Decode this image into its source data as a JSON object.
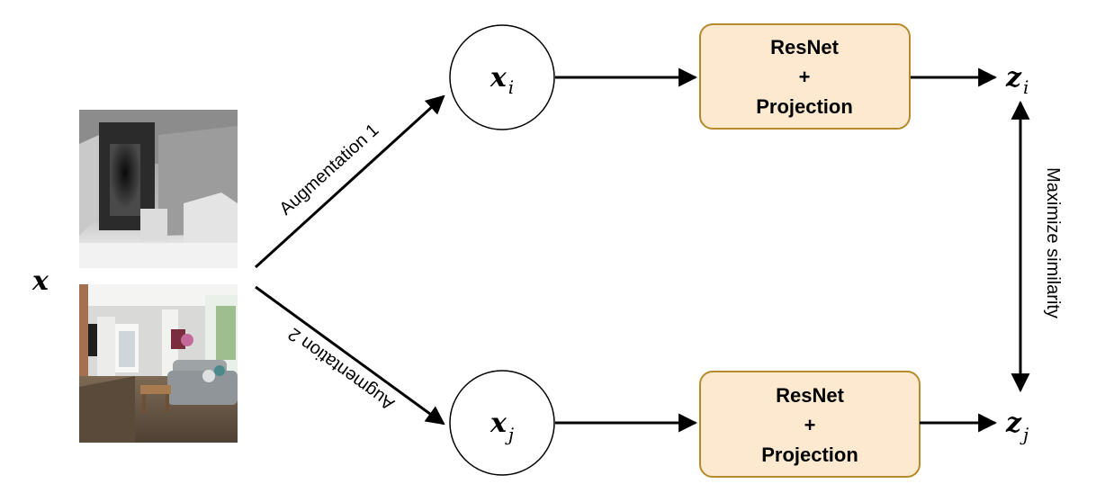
{
  "input": {
    "symbol": "x"
  },
  "augmentations": {
    "top": "Augmentation 1",
    "bottom": "Augmentation 2"
  },
  "views": {
    "top": {
      "symbol": "x",
      "subscript": "i"
    },
    "bottom": {
      "symbol": "x",
      "subscript": "j"
    }
  },
  "encoders": {
    "top": {
      "line1": "ResNet",
      "line2": "+",
      "line3": "Projection"
    },
    "bottom": {
      "line1": "ResNet",
      "line2": "+",
      "line3": "Projection"
    }
  },
  "outputs": {
    "top": {
      "symbol": "z",
      "subscript": "i"
    },
    "bottom": {
      "symbol": "z",
      "subscript": "j"
    }
  },
  "objective": "Maximize similarity",
  "colors": {
    "box_fill": "#fde9cf",
    "box_stroke": "#b58a2c",
    "line": "#000000"
  }
}
